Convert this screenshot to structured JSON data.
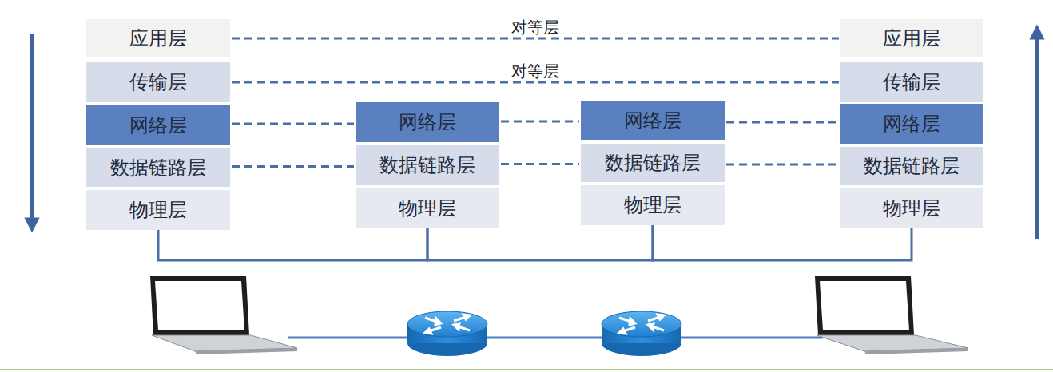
{
  "diagram": {
    "nodes": [
      {
        "text": [
          "应用层"
        ]
      },
      {
        "text": [
          "传输层"
        ]
      },
      {
        "text": [
          "网络层"
        ]
      },
      {
        "text": [
          "数据链路层"
        ]
      },
      {
        "text": [
          "物理层"
        ]
      },
      {
        "text": [
          "网络层"
        ]
      },
      {
        "text": [
          "数据链路层"
        ]
      },
      {
        "text": [
          "物理层"
        ]
      },
      {
        "text": [
          "网络层"
        ]
      },
      {
        "text": [
          "数据链路层"
        ]
      },
      {
        "text": [
          "物理层"
        ]
      },
      {
        "text": [
          "应用层"
        ]
      },
      {
        "text": [
          "传输层"
        ]
      },
      {
        "text": [
          "网络层"
        ]
      },
      {
        "text": [
          "数据链路层"
        ]
      },
      {
        "text": [
          "物理层"
        ]
      }
    ],
    "edges": [
      {
        "from": 0,
        "to": 11,
        "arrow": "none",
        "label": "对等层"
      },
      {
        "from": 1,
        "to": 12,
        "arrow": "none",
        "label": "对等层"
      },
      {
        "from": 2,
        "to": 5,
        "arrow": "none"
      },
      {
        "from": 5,
        "to": 8,
        "arrow": "none"
      },
      {
        "from": 8,
        "to": 13,
        "arrow": "none"
      },
      {
        "from": 3,
        "to": 6,
        "arrow": "none"
      },
      {
        "from": 6,
        "to": 9,
        "arrow": "none"
      },
      {
        "from": 9,
        "to": 14,
        "arrow": "none"
      },
      {
        "from": 4,
        "to": 7,
        "arrow": "none"
      },
      {
        "from": 7,
        "to": 10,
        "arrow": "none"
      },
      {
        "from": 10,
        "to": 15,
        "arrow": "none"
      }
    ]
  }
}
